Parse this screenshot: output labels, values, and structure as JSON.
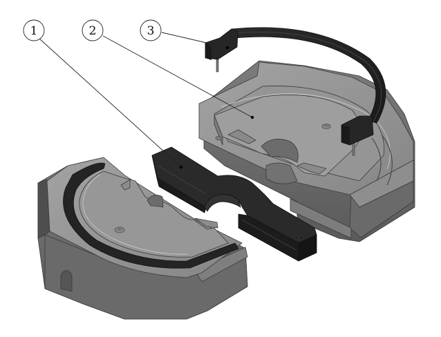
{
  "diagram": {
    "type": "exploded-assembly-view",
    "background": "#ffffff",
    "colors": {
      "metal_light": "#9a9a9a",
      "metal_top": "#8c8c8c",
      "metal_mid": "#7a7a7a",
      "metal_dark": "#5a5a5a",
      "metal_shadow": "#474747",
      "rubber_black": "#222222",
      "rubber_edge": "#0e0e0e",
      "leader_line": "#222222"
    },
    "callouts": [
      {
        "id": "1",
        "label": "1",
        "circle": [
          49,
          44
        ],
        "target": [
          262,
          242
        ],
        "part": "black-center-bar"
      },
      {
        "id": "2",
        "label": "2",
        "circle": [
          134,
          44
        ],
        "target": [
          365,
          170
        ],
        "part": "upper-base-plate"
      },
      {
        "id": "3",
        "label": "3",
        "circle": [
          218,
          44
        ],
        "target": [
          329,
          69
        ],
        "part": "black-arc-seal"
      }
    ],
    "parts": [
      {
        "name": "upper-base-plate",
        "callout": "2"
      },
      {
        "name": "black-center-bar",
        "callout": "1"
      },
      {
        "name": "black-arc-seal",
        "callout": "3"
      },
      {
        "name": "lower-base-plate",
        "callout": null
      }
    ]
  }
}
